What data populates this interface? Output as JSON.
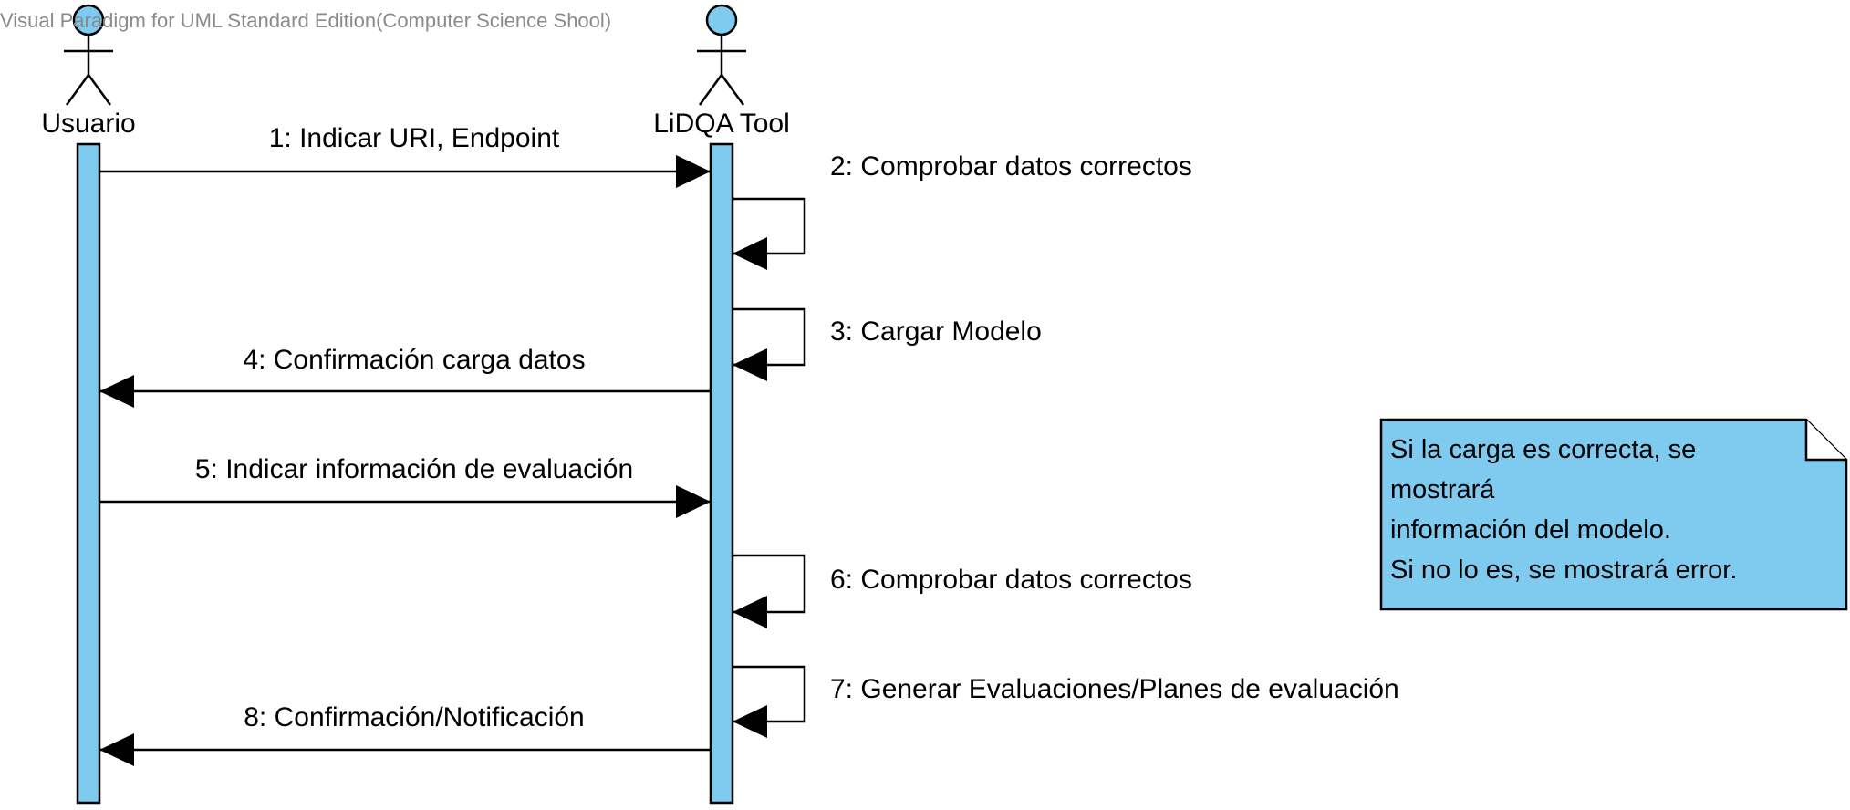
{
  "watermark": "Visual Paradigm for UML Standard Edition(Computer Science Shool)",
  "colors": {
    "fill": "#7fcbef",
    "line": "#000000",
    "watermark": "#8a8a8a"
  },
  "lifelines": [
    {
      "id": "usuario",
      "name": "Usuario"
    },
    {
      "id": "lidqa",
      "name": "LiDQA Tool"
    }
  ],
  "messages": [
    {
      "label": "1: Indicar URI, Endpoint",
      "from": "usuario",
      "to": "lidqa"
    },
    {
      "label": "2: Comprobar datos correctos",
      "from": "lidqa",
      "to": "lidqa"
    },
    {
      "label": "3: Cargar Modelo",
      "from": "lidqa",
      "to": "lidqa"
    },
    {
      "label": "4: Confirmación carga datos",
      "from": "lidqa",
      "to": "usuario"
    },
    {
      "label": "5: Indicar información de evaluación",
      "from": "usuario",
      "to": "lidqa"
    },
    {
      "label": "6: Comprobar datos correctos",
      "from": "lidqa",
      "to": "lidqa"
    },
    {
      "label": "7: Generar Evaluaciones/Planes de evaluación",
      "from": "lidqa",
      "to": "lidqa"
    },
    {
      "label": "8: Confirmación/Notificación",
      "from": "lidqa",
      "to": "usuario"
    }
  ],
  "note": {
    "lines": [
      "Si la carga es correcta, se",
      "mostrará",
      "información del modelo.",
      "Si no lo es, se mostrará error."
    ]
  }
}
